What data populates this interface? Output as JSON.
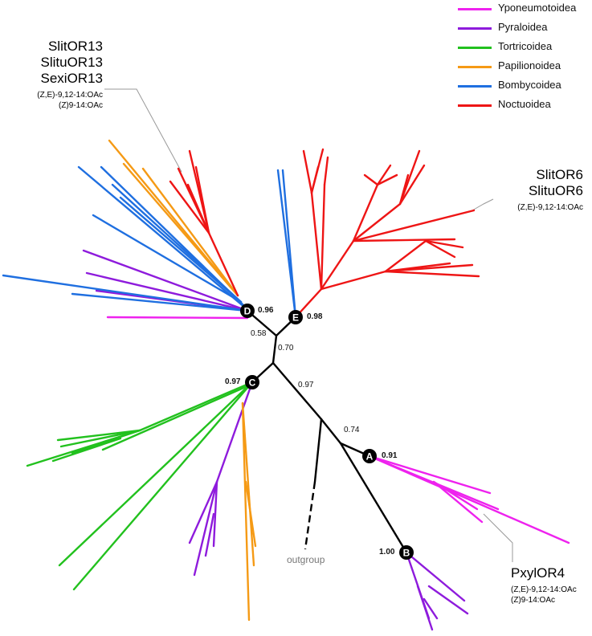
{
  "legend": [
    {
      "label": "Yponeumotoidea",
      "color": "#ee22ee"
    },
    {
      "label": "Pyraloidea",
      "color": "#8e1bdc"
    },
    {
      "label": "Tortricoidea",
      "color": "#22c11e"
    },
    {
      "label": "Papilionoidea",
      "color": "#f59a15"
    },
    {
      "label": "Bombycoidea",
      "color": "#1f6fe0"
    },
    {
      "label": "Noctuoidea",
      "color": "#ee1515"
    }
  ],
  "clade_nodes": [
    {
      "letter": "A",
      "support": "0.91"
    },
    {
      "letter": "B",
      "support": "1.00"
    },
    {
      "letter": "C",
      "support": "0.97"
    },
    {
      "letter": "D",
      "support": "0.96"
    },
    {
      "letter": "E",
      "support": "0.98"
    }
  ],
  "internal_supports": [
    "0.58",
    "0.70",
    "0.97",
    "0.74"
  ],
  "annotations": {
    "left_genes": [
      "SlitOR13",
      "SlituOR13",
      "SexiOR13"
    ],
    "left_ligands": [
      "(Z,E)-9,12-14:OAc",
      "(Z)9-14:OAc"
    ],
    "right_genes": [
      "SlitOR6",
      "SlituOR6"
    ],
    "right_ligands": [
      "(Z,E)-9,12-14:OAc"
    ],
    "bottom_gene": "PxylOR4",
    "bottom_ligands": [
      "(Z,E)-9,12-14:OAc",
      "(Z)9-14:OAc"
    ]
  },
  "outgroup_label": "outgroup"
}
